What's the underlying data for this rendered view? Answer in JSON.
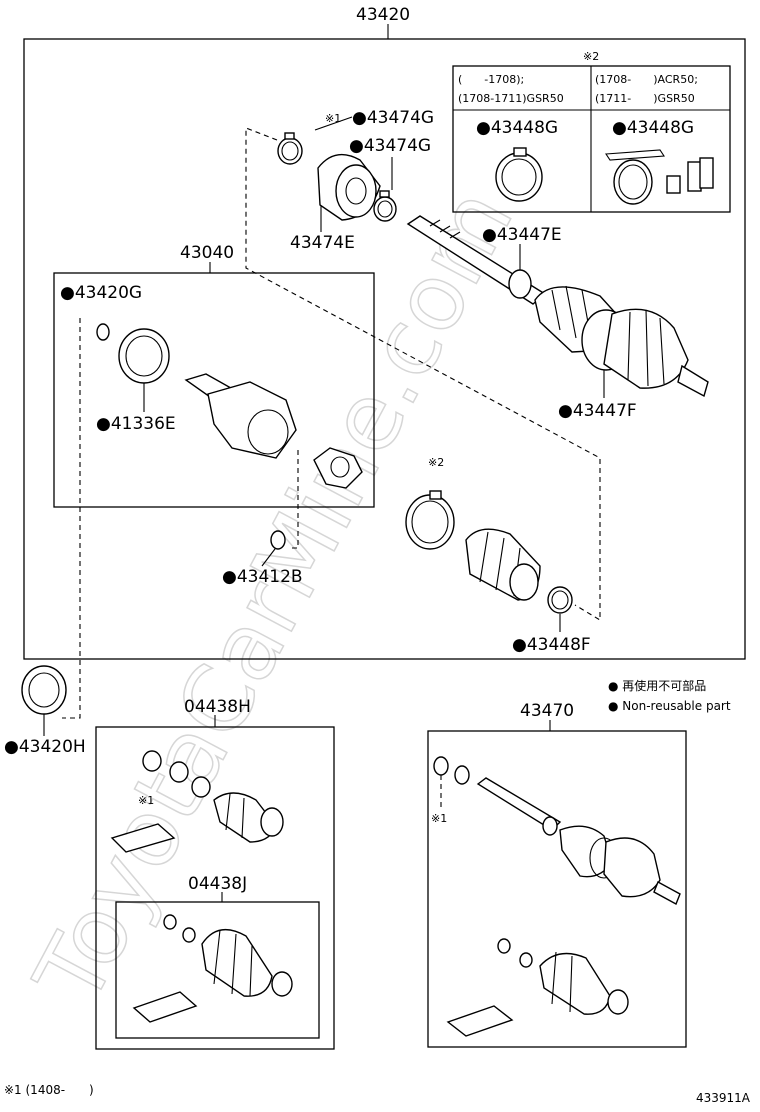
{
  "watermark": "ToyotaCarMine.com",
  "labels": {
    "main_assembly": "43420",
    "inner_joint_kit": "43040",
    "boot_kit_left": "04438H",
    "boot_kit_inner": "04438J",
    "rh_shaft": "43470",
    "p43474G_a": "●43474G",
    "p43474G_b": "●43474G",
    "p43474E": "43474E",
    "p43447E": "●43447E",
    "p43447F": "●43447F",
    "p43420G": "●43420G",
    "p41336E": "●41336E",
    "p43412B": "●43412B",
    "p43448F": "●43448F",
    "p43420H": "●43420H",
    "note2_top": "※2",
    "note1_top": "※1",
    "note2_mid": "※2",
    "note1_left": "※1",
    "note1_right": "※1",
    "footnote": "※1 (1408-　　)",
    "diagram_code": "433911A"
  },
  "inset": {
    "header_left_line1": "(　　-1708);",
    "header_left_line2": "(1708-1711)GSR50",
    "header_right_line1": "(1708-　　)ACR50;",
    "header_right_line2": "(1711-　　)GSR50",
    "left_part": "●43448G",
    "right_part": "●43448G"
  },
  "legend": {
    "line1": "● 再使用不可部品",
    "line2": "● Non-reusable part"
  }
}
